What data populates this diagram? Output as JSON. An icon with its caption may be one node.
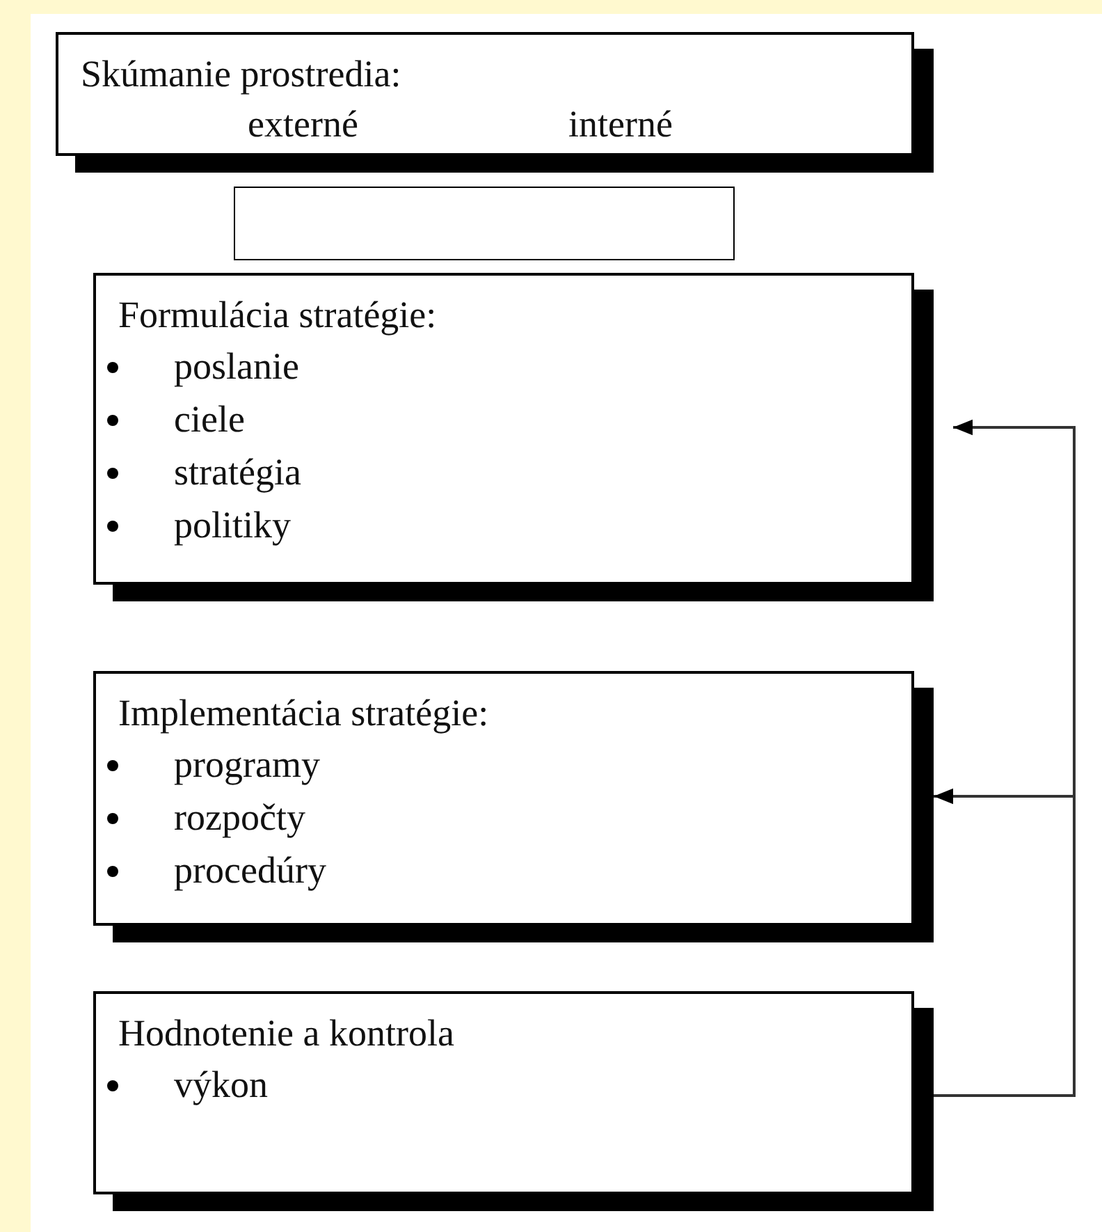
{
  "diagram": {
    "nodes": [
      {
        "text": [
          "Skúmanie prostredia:",
          "externé",
          "interné"
        ]
      },
      {
        "text": [],
        "shape": "box"
      },
      {
        "text": [
          "Formulácia stratégie:",
          "poslanie",
          "ciele",
          "stratégia",
          "politiky"
        ]
      },
      {
        "text": [
          "Implementácia stratégie:",
          "programy",
          "rozpočty",
          "procedúry"
        ]
      },
      {
        "text": [
          "Hodnotenie a kontrola",
          "výkon"
        ]
      }
    ],
    "edges": [
      {
        "from": 4,
        "to": 2,
        "arrow": "to"
      },
      {
        "from": 4,
        "to": 3,
        "arrow": "to"
      }
    ]
  }
}
